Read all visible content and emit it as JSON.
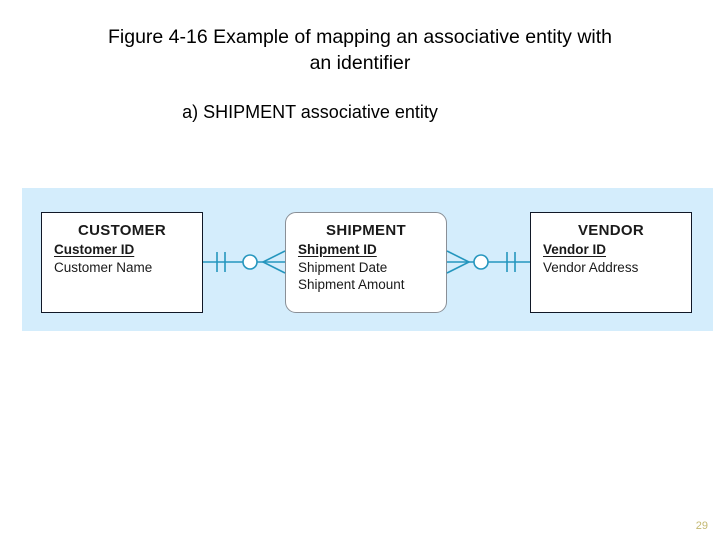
{
  "slide": {
    "title_line1": "Figure 4-16 Example of mapping an associative entity with",
    "title_line2": "an identifier",
    "sub_caption": "a) SHIPMENT associative entity",
    "page_number": "29"
  },
  "colors": {
    "panel_background": "#d4edfc",
    "entity_border": "#111827",
    "associative_border": "#8a8f96",
    "connector": "#2596be",
    "page_number": "#c3b871",
    "text": "#1a1a1a"
  },
  "diagram": {
    "type": "entity-relationship",
    "notation": "crows-foot",
    "entities": [
      {
        "id": "customer",
        "name": "CUSTOMER",
        "shape": "rectangle",
        "kind": "regular-entity",
        "attributes": [
          {
            "label": "Customer ID",
            "primary_key": true
          },
          {
            "label": "Customer Name",
            "primary_key": false
          }
        ]
      },
      {
        "id": "shipment",
        "name": "SHIPMENT",
        "shape": "rounded-rectangle",
        "kind": "associative-entity",
        "attributes": [
          {
            "label": "Shipment ID",
            "primary_key": true
          },
          {
            "label": "Shipment Date",
            "primary_key": false
          },
          {
            "label": "Shipment Amount",
            "primary_key": false
          }
        ]
      },
      {
        "id": "vendor",
        "name": "VENDOR",
        "shape": "rectangle",
        "kind": "regular-entity",
        "attributes": [
          {
            "label": "Vendor ID",
            "primary_key": true
          },
          {
            "label": "Vendor Address",
            "primary_key": false
          }
        ]
      }
    ],
    "relationships": [
      {
        "id": "customer-shipment",
        "from": "customer",
        "to": "shipment",
        "from_cardinality": "mandatory-one",
        "to_cardinality": "optional-many",
        "from_symbol": "double-bar",
        "to_symbol": "circle-crowsfoot"
      },
      {
        "id": "shipment-vendor",
        "from": "shipment",
        "to": "vendor",
        "from_cardinality": "optional-many",
        "to_cardinality": "mandatory-one",
        "from_symbol": "crowsfoot-circle",
        "to_symbol": "double-bar"
      }
    ]
  }
}
